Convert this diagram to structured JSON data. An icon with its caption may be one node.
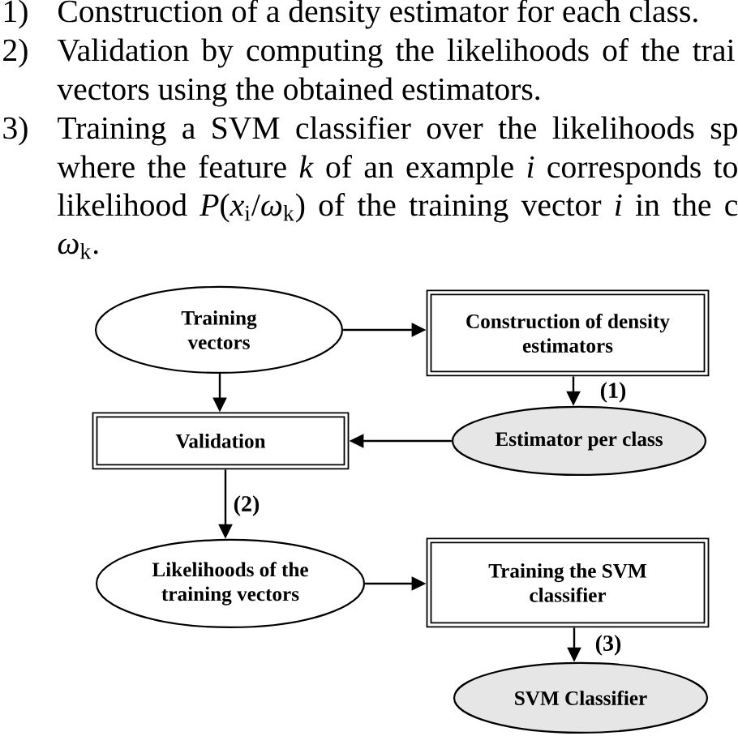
{
  "diagram": {
    "nodes": [
      {
        "text": [
          "Training vectors"
        ]
      },
      {
        "text": [
          "Construction of density estimators"
        ]
      },
      {
        "text": [
          "Validation"
        ]
      },
      {
        "text": [
          "Estimator per class"
        ]
      },
      {
        "text": [
          "Likelihoods of the training vectors"
        ]
      },
      {
        "text": [
          "Training the SVM classifier"
        ]
      },
      {
        "text": [
          "SVM Classifier"
        ]
      }
    ],
    "edges": [
      {
        "from": 0,
        "to": 1,
        "arrow": "to"
      },
      {
        "from": 0,
        "to": 2,
        "arrow": "to"
      },
      {
        "from": 1,
        "to": 3,
        "arrow": "to",
        "label": "(1)"
      },
      {
        "from": 3,
        "to": 2,
        "arrow": "to"
      },
      {
        "from": 2,
        "to": 4,
        "arrow": "to",
        "label": "(2)"
      },
      {
        "from": 4,
        "to": 5,
        "arrow": "to"
      },
      {
        "from": 5,
        "to": 6,
        "arrow": "to",
        "label": "(3)"
      }
    ],
    "labels": [
      "1)",
      "Construction of a density estimator for each class.",
      "2)",
      "Validation by computing the likelihoods of the trai",
      "vectors using the obtained estimators.",
      "3)",
      "Training a SVM classifier over the likelihoods sp",
      "where the feature *k* of an example *i* corresponds to",
      "likelihood *P*(*x*$_{i}$/*ω*$_{k}$) of the training vector *i* in the c",
      "*ω*$_{k}$."
    ]
  }
}
